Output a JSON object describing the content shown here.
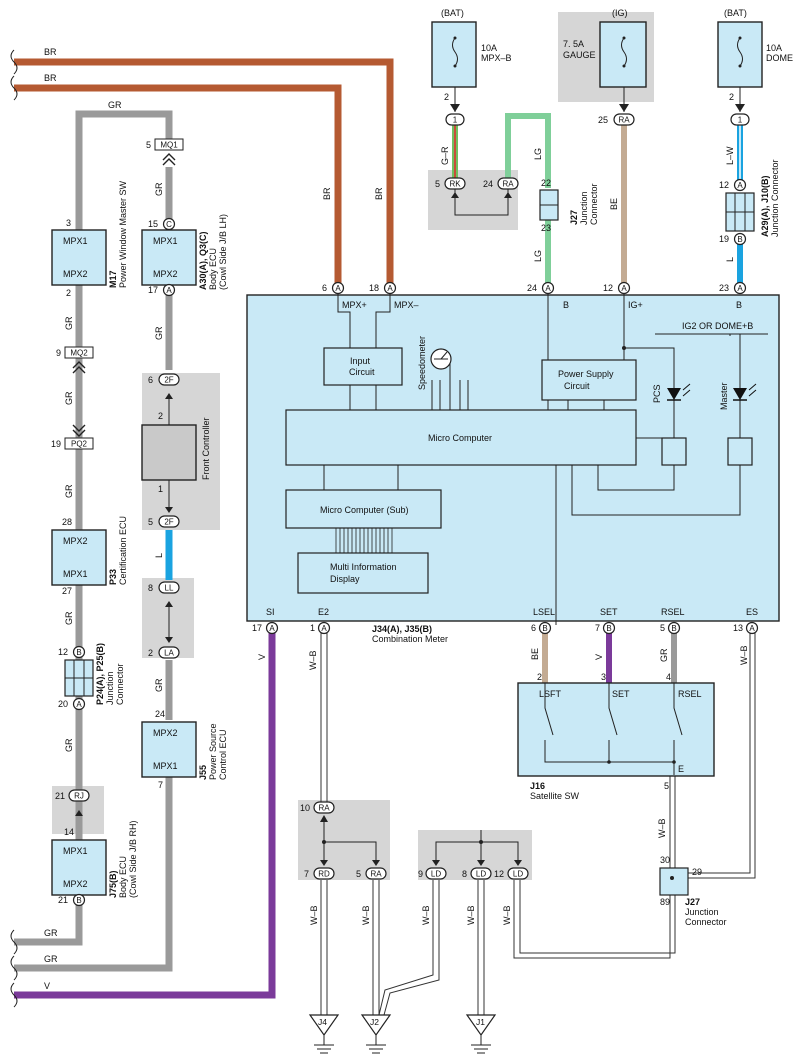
{
  "power": {
    "bat_left": "(BAT)",
    "ig": "(IG)",
    "bat_right": "(BAT)",
    "fuse1_l1": "10A",
    "fuse1_l2": "MPX–B",
    "fuse2_l1": "7. 5A",
    "fuse2_l2": "GAUGE",
    "fuse3_l1": "10A",
    "fuse3_l2": "DOME"
  },
  "wires": {
    "br": "BR",
    "gr": "GR",
    "v": "V",
    "g_r": "G–R",
    "lg": "LG",
    "be": "BE",
    "l_w": "L–W",
    "l": "L",
    "w_b": "W–B"
  },
  "components": {
    "m17_ref": "M17",
    "m17_name": "Power Window Master SW",
    "a30_ref": "A30(A), Q3(C)",
    "a30_name1": "Body ECU",
    "a30_name2": "(Cowl Side J/B LH)",
    "front_controller": "Front Controller",
    "p33_ref": "P33",
    "p33_name": "Certification ECU",
    "p24_ref": "P24(A), P25(B)",
    "p24_name1": "Junction",
    "p24_name2": "Connector",
    "j55_ref": "J55",
    "j55_name1": "Power Source",
    "j55_name2": "Control ECU",
    "j75_ref": "J75(B)",
    "j75_name1": "Body ECU",
    "j75_name2": "(Cowl Side J/B RH)",
    "j27_ref": "J27",
    "j27_name1": "Junction",
    "j27_name2": "Connector",
    "a29_ref": "A29(A), J10(B)",
    "a29_name": "Junction Connector",
    "meter_ref": "J34(A), J35(B)",
    "meter_name": "Combination Meter",
    "j16_ref": "J16",
    "j16_name": "Satellite SW",
    "mpx1": "MPX1",
    "mpx2": "MPX2"
  },
  "meter": {
    "mpx_plus": "MPX+",
    "mpx_minus": "MPX–",
    "b": "B",
    "ig_plus": "IG+",
    "ig2_dome": "IG2 OR DOME+B",
    "input1": "Input",
    "input2": "Circuit",
    "speedometer": "Speedometer",
    "psc1": "Power Supply",
    "psc2": "Circuit",
    "pcs": "PCS",
    "master": "Master",
    "micro": "Micro Computer",
    "micro_sub": "Micro Computer (Sub)",
    "mid1": "Multi Information",
    "mid2": "Display",
    "si": "SI",
    "e2": "E2",
    "lsel": "LSEL",
    "set": "SET",
    "rsel": "RSEL",
    "es": "ES"
  },
  "switch": {
    "lsft": "LSFT",
    "set": "SET",
    "rsel": "RSEL",
    "e": "E"
  },
  "grounds": {
    "j4": "J4",
    "j2": "J2",
    "j1": "J1"
  },
  "pins": {
    "p2": "2",
    "p1": "1",
    "p5": "5",
    "p24": "24",
    "p22": "22",
    "p23": "23",
    "p25": "25",
    "p12": "12",
    "p19": "19",
    "p6": "6",
    "p18": "18",
    "p3": "3",
    "p15": "15",
    "p17": "17",
    "p9": "9",
    "p28": "28",
    "p27": "27",
    "p20": "20",
    "p21": "21",
    "p14": "14",
    "p8": "8",
    "p7": "7",
    "p4": "4",
    "p10": "10",
    "p13": "13",
    "p30": "30",
    "p29": "29",
    "p89": "89",
    "mq1": "MQ1",
    "mq2": "MQ2",
    "pq2": "PQ2",
    "rj": "RJ",
    "c2f": "2F",
    "ll": "LL",
    "la": "LA",
    "rk": "RK",
    "ra": "RA",
    "rd": "RD",
    "ld": "LD",
    "A": "A",
    "B": "B",
    "C": "C"
  }
}
